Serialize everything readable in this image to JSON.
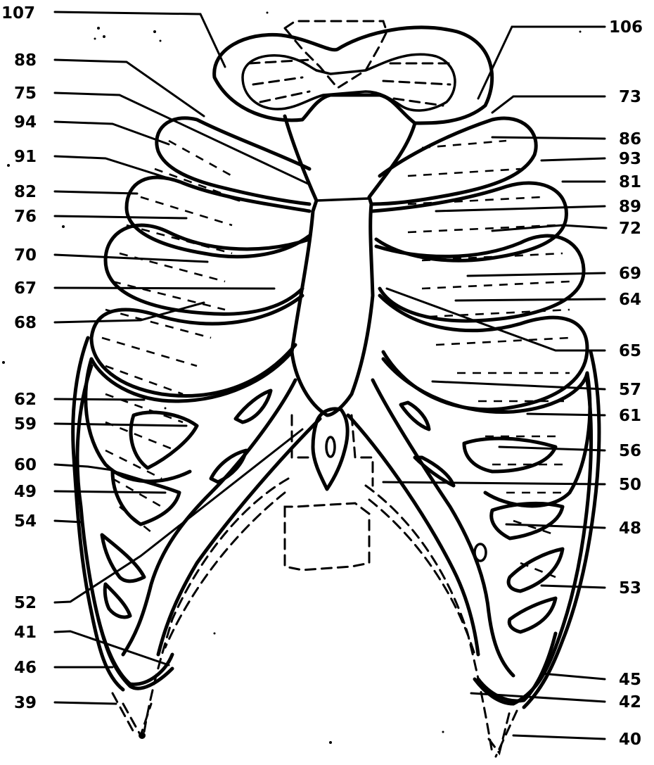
{
  "figure": {
    "labels": {
      "l107": "107",
      "l88": "88",
      "l75": "75",
      "l94": "94",
      "l91": "91",
      "l82": "82",
      "l76": "76",
      "l70": "70",
      "l67": "67",
      "l68": "68",
      "l62": "62",
      "l59": "59",
      "l60": "60",
      "l49": "49",
      "l54": "54",
      "l52": "52",
      "l41": "41",
      "l46": "46",
      "l39": "39",
      "l106": "106",
      "l73": "73",
      "l86": "86",
      "l93": "93",
      "l81": "81",
      "l89": "89",
      "l72": "72",
      "l69": "69",
      "l64": "64",
      "l65": "65",
      "l57": "57",
      "l61": "61",
      "l56": "56",
      "l50": "50",
      "l48": "48",
      "l53": "53",
      "l45": "45",
      "l42": "42",
      "l40": "40"
    }
  }
}
